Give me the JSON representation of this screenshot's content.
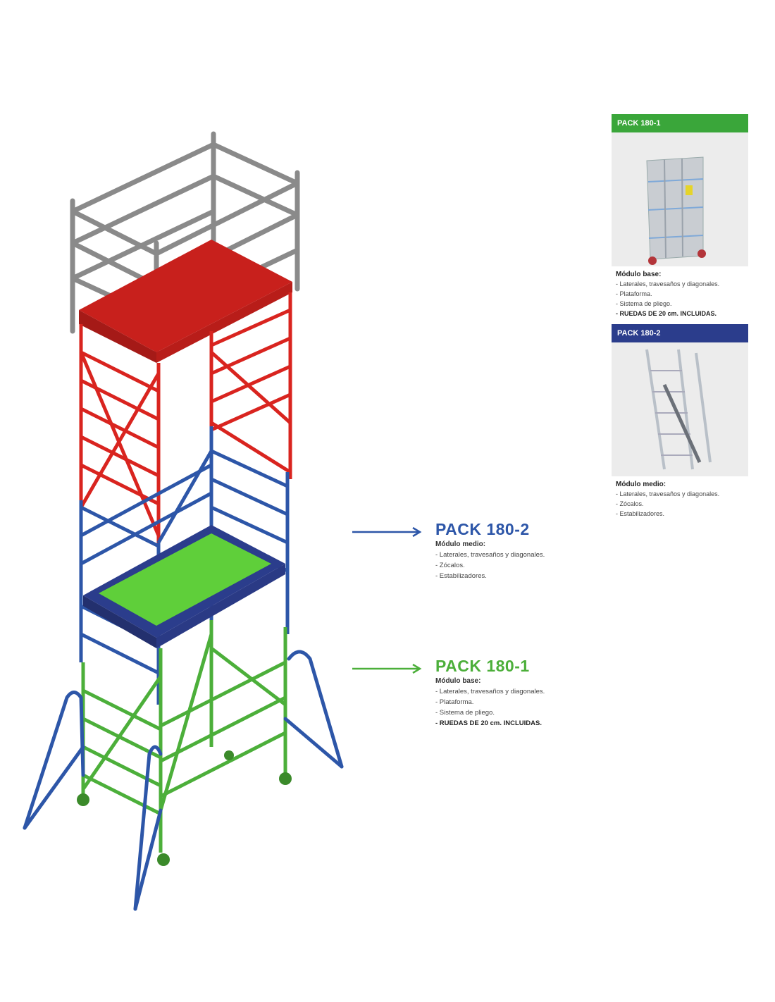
{
  "colors": {
    "green": "#4caf3a",
    "blue": "#2d56a8",
    "red": "#d9241f",
    "gray": "#8a8a8a",
    "green_header": "#3aa63a",
    "blue_header": "#2b3d8c"
  },
  "callouts": [
    {
      "title": "PACK 180-2",
      "subtitle": "Módulo medio:",
      "items": [
        "- Laterales, travesaños y diagonales.",
        "- Zócalos.",
        "- Estabilizadores."
      ]
    },
    {
      "title": "PACK 180-1",
      "subtitle": "Módulo base:",
      "items": [
        "- Laterales, travesaños y diagonales.",
        "- Plataforma.",
        "- Sistema de pliego.",
        "- RUEDAS DE 20 cm. INCLUIDAS."
      ]
    }
  ],
  "cards": [
    {
      "header": "PACK 180-1",
      "subtitle": "Módulo base:",
      "items": [
        "- Laterales, travesaños y diagonales.",
        "- Plataforma.",
        "- Sistema de pliego.",
        "- RUEDAS DE 20 cm. INCLUIDAS."
      ]
    },
    {
      "header": "PACK 180-2",
      "subtitle": "Módulo medio:",
      "items": [
        "- Laterales, travesaños y diagonales.",
        "- Zócalos.",
        "- Estabilizadores."
      ]
    }
  ]
}
